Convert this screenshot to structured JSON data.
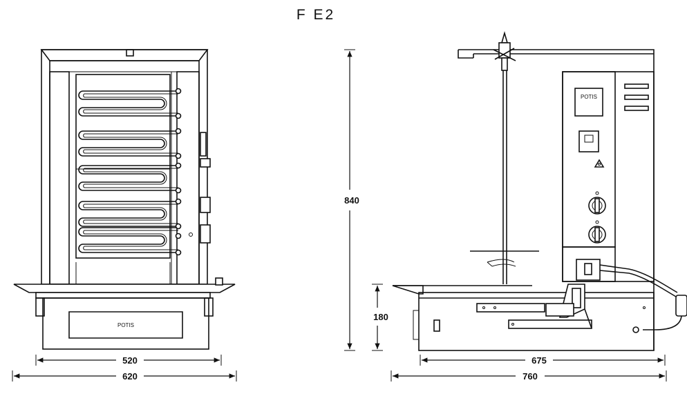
{
  "title": "F E2",
  "front_view": {
    "brand_label": "POTIS",
    "dims": {
      "inner_width": "520",
      "outer_width": "620"
    }
  },
  "side_view": {
    "brand_label": "POTIS",
    "dims": {
      "height": "840",
      "base_height": "180",
      "inner_depth": "675",
      "outer_depth": "760"
    }
  }
}
